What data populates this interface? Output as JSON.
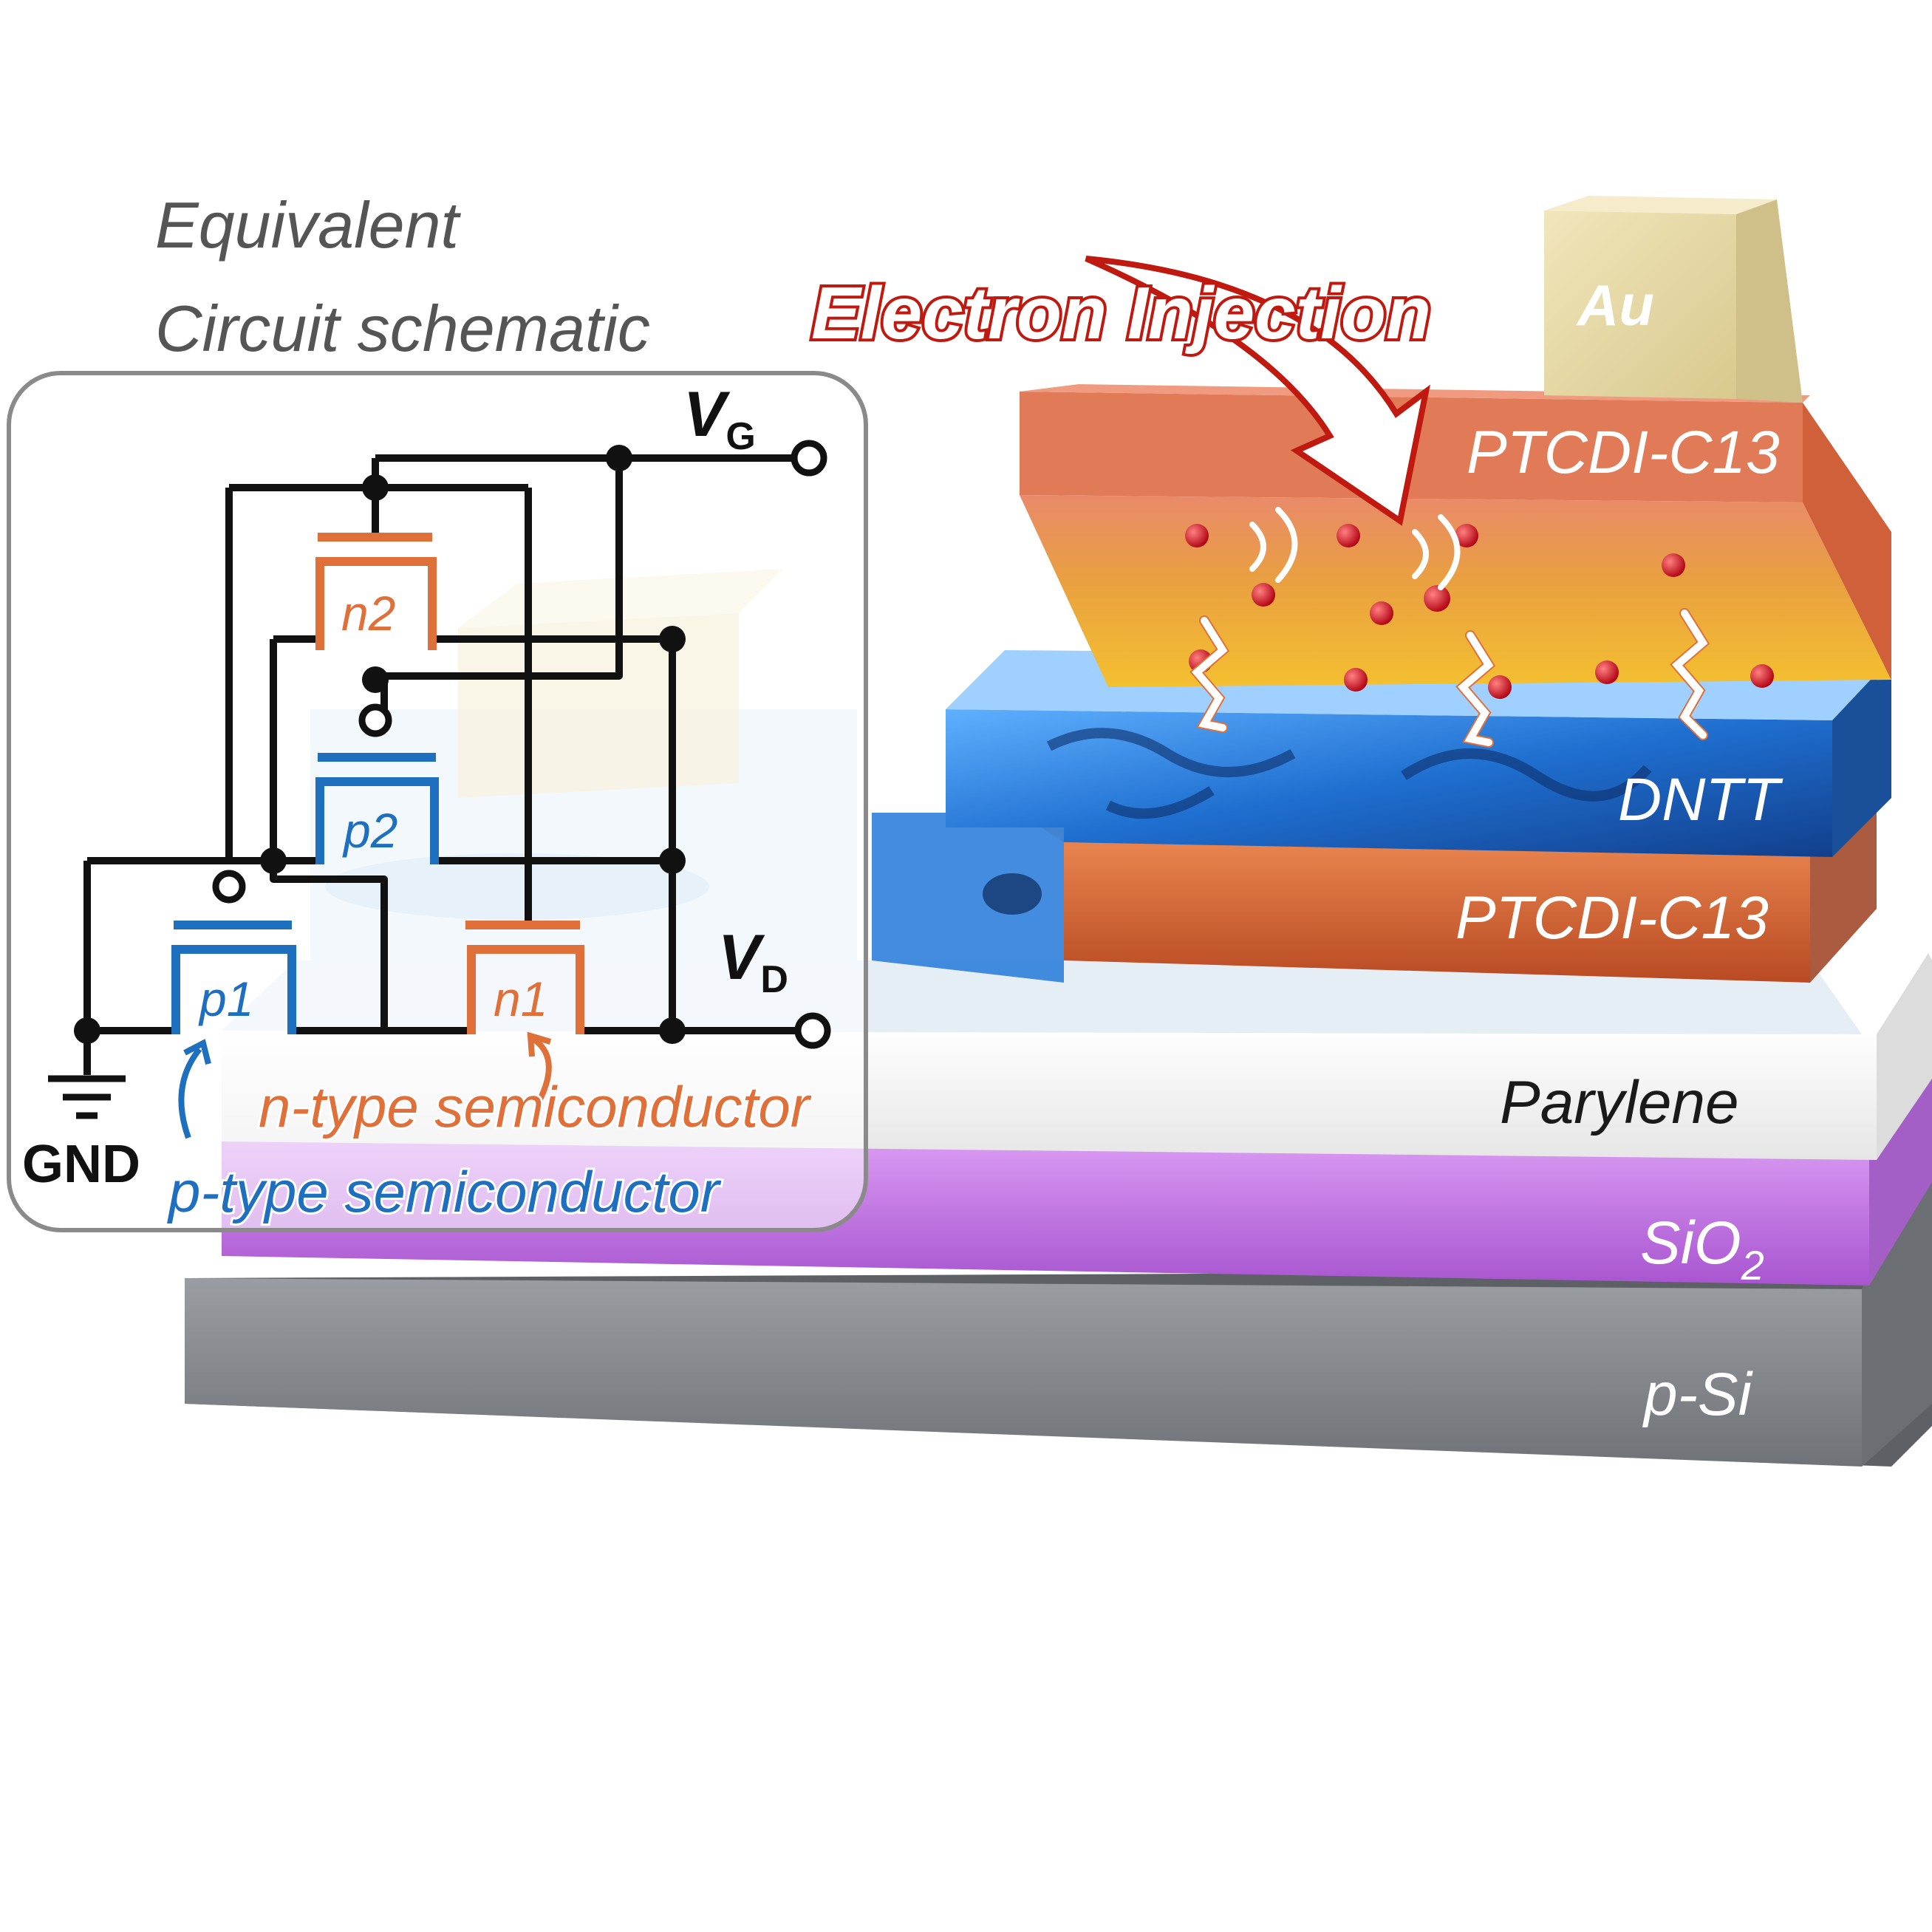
{
  "colors": {
    "p_type": "#1f6fbf",
    "n_type": "#e0703a",
    "injection": "#c01a10",
    "gold": "#e9dba8",
    "ptcdi": "#d9704a",
    "dntt": "#2a7ad8",
    "parylene": "#f2f2f2",
    "sio2": "#c57ae6",
    "psi": "#8a8d92"
  },
  "schematic": {
    "title_line1": "Equivalent",
    "title_line2": "Circuit schematic",
    "vg_main": "V",
    "vg_sub": "G",
    "vd_main": "V",
    "vd_sub": "D",
    "gnd": "GND",
    "transistors": {
      "p1": "p1",
      "p2": "p2",
      "n1": "n1",
      "n2": "n2"
    },
    "n_type_label": "n-type semiconductor",
    "p_type_label": "p-type semiconductor"
  },
  "device": {
    "injection_label": "Electron Injection",
    "layers": {
      "au": "Au",
      "ptcdi_top": "PTCDI-C13",
      "dntt": "DNTT",
      "ptcdi_bottom": "PTCDI-C13",
      "parylene": "Parylene",
      "sio2_main": "SiO",
      "sio2_sub": "2",
      "psi": "p-Si"
    }
  }
}
